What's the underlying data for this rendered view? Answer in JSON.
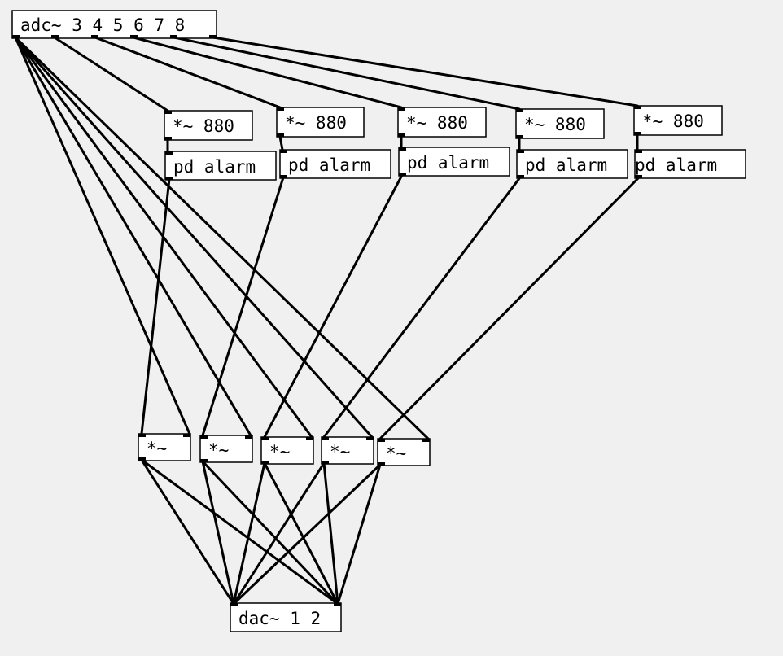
{
  "objects": {
    "adc": "adc~ 3 4 5 6 7 8",
    "mul880_1": "*~ 880",
    "mul880_2": "*~ 880",
    "mul880_3": "*~ 880",
    "mul880_4": "*~ 880",
    "mul880_5": "*~ 880",
    "alarm_1": "pd alarm",
    "alarm_2": "pd alarm",
    "alarm_3": "pd alarm",
    "alarm_4": "pd alarm",
    "alarm_5": "pd alarm",
    "mul_1": "*~",
    "mul_2": "*~",
    "mul_3": "*~",
    "mul_4": "*~",
    "mul_5": "*~",
    "dac": "dac~ 1 2"
  },
  "colors": {
    "canvas_background": "#f0f0f0",
    "box_fill": "#ffffff",
    "ink": "#000000"
  }
}
